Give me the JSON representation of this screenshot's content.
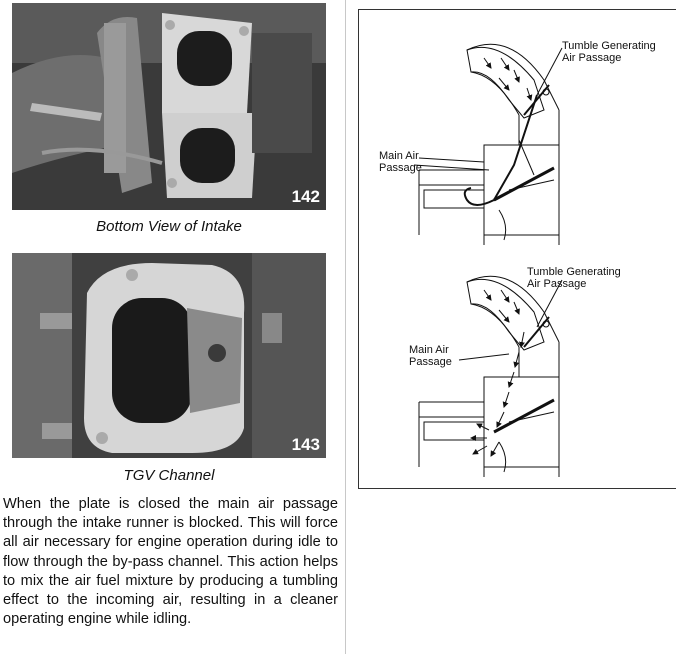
{
  "photos": [
    {
      "number": "142",
      "caption": "Bottom View of Intake"
    },
    {
      "number": "143",
      "caption": "TGV Channel"
    }
  ],
  "body_text": "When the plate is closed the main air passage through the intake runner is blocked. This will force all air necessary for engine operation during idle to flow through the by-pass channel. This action helps to mix the air fuel mixture by producing a tumbling effect to the incoming air, resulting in a cleaner operating engine while idling.",
  "diagram": {
    "top": {
      "tumble_label_1": "Tumble Generating",
      "tumble_label_2": "Air Passage",
      "main_label_1": "Main Air",
      "main_label_2": "Passage"
    },
    "bottom": {
      "tumble_label_1": "Tumble Generating",
      "tumble_label_2": "Air Passage",
      "main_label_1": "Main Air",
      "main_label_2": "Passage"
    }
  }
}
